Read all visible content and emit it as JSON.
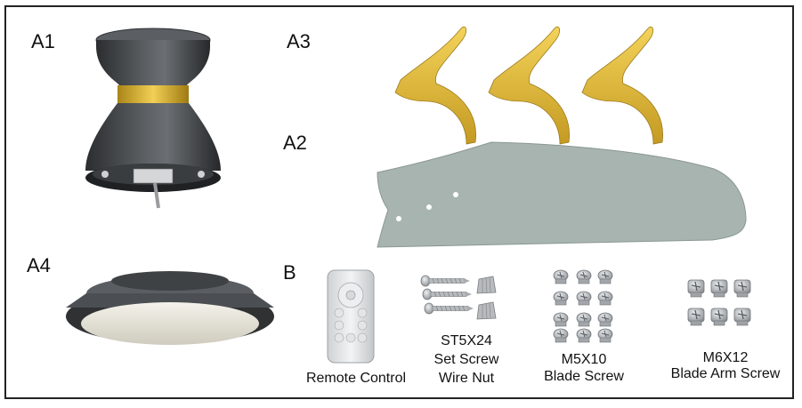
{
  "labels": {
    "a1": "A1",
    "a2": "A2",
    "a3": "A3",
    "a4": "A4",
    "b": "B"
  },
  "captions": {
    "remote": "Remote Control",
    "st5x24": "ST5X24",
    "set_screw": "Set Screw",
    "wire_nut": "Wire Nut",
    "m5x10": "M5X10",
    "blade_screw": "Blade Screw",
    "m6x12": "M6X12",
    "blade_arm_screw": "Blade Arm Screw"
  },
  "colors": {
    "motor_dark": "#4a4d50",
    "brass": "#d9b43a",
    "blade": "#a7b4b0",
    "light_cover": "#e9e6dc",
    "hardware": "#b9bcc0"
  }
}
